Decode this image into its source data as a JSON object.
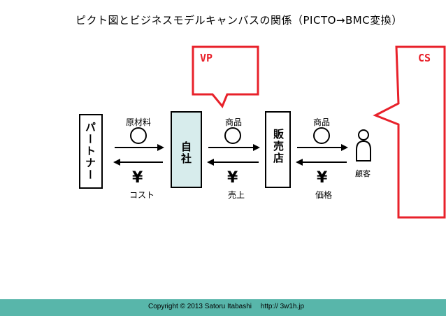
{
  "title": "ピクト図とビジネスモデルキャンバスの関係（PICTO→BMC変換）",
  "callouts": {
    "vp": "VP",
    "cs": "CS"
  },
  "nodes": {
    "partner": "パートナー",
    "company": "自社",
    "store": "販売店",
    "customer": "顧客"
  },
  "flows": {
    "raw_materials": "原材料",
    "product1": "商品",
    "product2": "商品",
    "cost": "コスト",
    "sales": "売上",
    "price": "価格",
    "yen": "¥"
  },
  "colors": {
    "accent_red": "#e8212a",
    "company_fill": "#d7ecec",
    "footer": "#58b6aa"
  },
  "footer": {
    "copyright": "Copyright  © 2013 Satoru Itabashi",
    "url": "http:// 3w1h.jp"
  }
}
